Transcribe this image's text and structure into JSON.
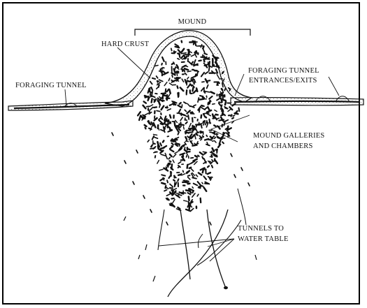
{
  "labels": {
    "mound": "MOUND",
    "hard_crust": "HARD CRUST",
    "foraging_tunnel": "FORAGING TUNNEL",
    "entrances_line1": "FORAGING TUNNEL",
    "entrances_line2": "ENTRANCES/EXITS",
    "galleries_line1": "MOUND GALLERIES",
    "galleries_line2": "AND CHAMBERS",
    "water_line1": "TUNNELS TO",
    "water_line2": "WATER TABLE"
  },
  "colors": {
    "ink": "#111111",
    "crust_fill": "#e9e9e9",
    "frame": "#000000"
  }
}
